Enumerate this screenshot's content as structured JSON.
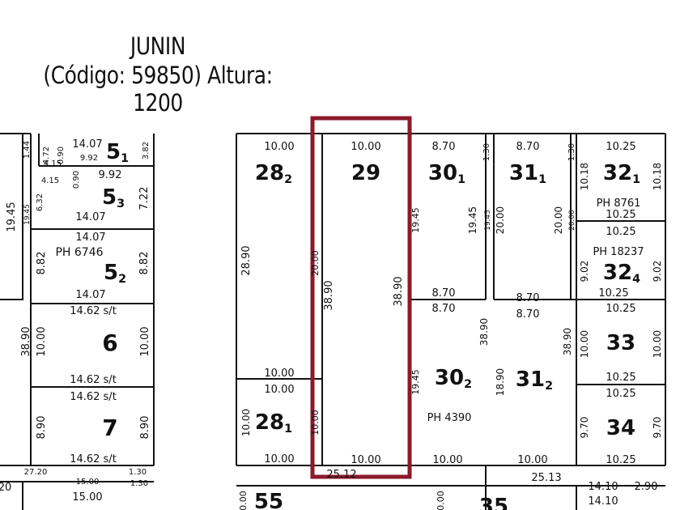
{
  "header": {
    "street": "JUNIN",
    "line2": "(Código: 59850) Altura: 1200"
  },
  "colors": {
    "line": "#111111",
    "highlight": "#8b1a2a"
  },
  "highlighted_parcel": "29",
  "parcels_right": [
    {
      "id": "28_2",
      "num": "28",
      "sub": "2",
      "front": "10.00",
      "back": "10.00",
      "depth": "28.90"
    },
    {
      "id": "29",
      "num": "29",
      "sub": "",
      "front": "10.00",
      "back": "",
      "depth": "38.90"
    },
    {
      "id": "30_1",
      "num": "30",
      "sub": "1",
      "front": "8.70",
      "back": "8.70",
      "depth": "19.45"
    },
    {
      "id": "31_1",
      "num": "31",
      "sub": "1",
      "front": "8.70",
      "back": "8.70",
      "depth": "20.00"
    },
    {
      "id": "32_1",
      "num": "32",
      "sub": "1",
      "front": "10.25",
      "back": "10.25",
      "depth": "10.18",
      "ph": "PH 8761"
    },
    {
      "id": "32_4",
      "num": "32",
      "sub": "4",
      "front": "10.25",
      "back": "10.25",
      "depth": "9.02",
      "ph": "PH 18237"
    },
    {
      "id": "33",
      "num": "33",
      "sub": "",
      "front": "10.25",
      "back": "10.25",
      "depth": "10.00"
    },
    {
      "id": "34",
      "num": "34",
      "sub": "",
      "front": "10.25",
      "back": "10.25",
      "depth": "9.70"
    },
    {
      "id": "28_1",
      "num": "28",
      "sub": "1",
      "front": "10.00",
      "back": "10.00",
      "depth": "10.00"
    },
    {
      "id": "30_2",
      "num": "30",
      "sub": "2",
      "front": "",
      "back": "10.00",
      "depth": "19.45",
      "ph": "PH 4390"
    },
    {
      "id": "31_2",
      "num": "31",
      "sub": "2",
      "front": "8.70",
      "back": "10.00",
      "depth": "18.90"
    },
    {
      "id": "55",
      "num": "55",
      "sub": "",
      "front": "",
      "back": "",
      "depth": ""
    },
    {
      "id": "35",
      "num": "35",
      "sub": "",
      "front": "14.10",
      "back": "",
      "depth": "2.90"
    }
  ],
  "parcels_left": [
    {
      "id": "5_1",
      "num": "5",
      "sub": "1",
      "front": "14.07",
      "back": "9.92",
      "depth": "3.82"
    },
    {
      "id": "5_3",
      "num": "5",
      "sub": "3",
      "front": "9.92",
      "back": "14.07",
      "depth": "7.22"
    },
    {
      "id": "5_2",
      "num": "5",
      "sub": "2",
      "front": "14.07",
      "back": "14.07",
      "depth": "8.82",
      "ph": "PH 6746"
    },
    {
      "id": "6",
      "num": "6",
      "sub": "",
      "front": "14.62 s/t",
      "back": "14.62 s/t",
      "depth": "10.00"
    },
    {
      "id": "7",
      "num": "7",
      "sub": "",
      "front": "14.62 s/t",
      "back": "14.62 s/t",
      "depth": "8.90"
    }
  ],
  "misc_labels": {
    "l_4_72": "4.72",
    "l_0_90a": "0.90",
    "l_1_44": "1.44",
    "l_4_15a": "4.15",
    "l_4_15b": "4.15",
    "l_0_90b": "0.90",
    "l_6_32": "6.32",
    "l_19_45L": "19.45",
    "l_19_45L2": "19.45",
    "l_38_90L": "38.90",
    "l_27_20": "27.20",
    "l_1_30a": "1.30",
    "l_1_30b": "1.30",
    "l_15_00a": "15.00",
    "l_15_00b": "15.00",
    "l_20": "20",
    "l_25_12": "25.12",
    "l_25_13": "25.13",
    "l_20_00b": "20.00",
    "l_38_90c": "38.90",
    "l_38_90d": "38.90",
    "l_38_90e": "38.90",
    "l_1_30c": "1.30",
    "l_1_30d": "1.30",
    "l_19_45c": "19.45",
    "l_20_00c": "20.00",
    "l_20_00d": "20.00",
    "l_10_18b": "10.18",
    "l_9_02b": "9.02",
    "l_10_00b": "10.00",
    "l_9_70b": "9.70",
    "l_8_70c": "8.70",
    "l_8_70d": "8.70",
    "l_10_25c": "10.25",
    "l_10_25d": "10.25",
    "l_10_25e": "10.25",
    "l_10_00c": "10.00",
    "l_10_00d": "10.00",
    "l_10_00e": "10.00",
    "l_10_00f": "10.00",
    "l_20_00e": "20.00",
    "l_10_00g": "10.00",
    "l_38_90f": "38.90"
  }
}
